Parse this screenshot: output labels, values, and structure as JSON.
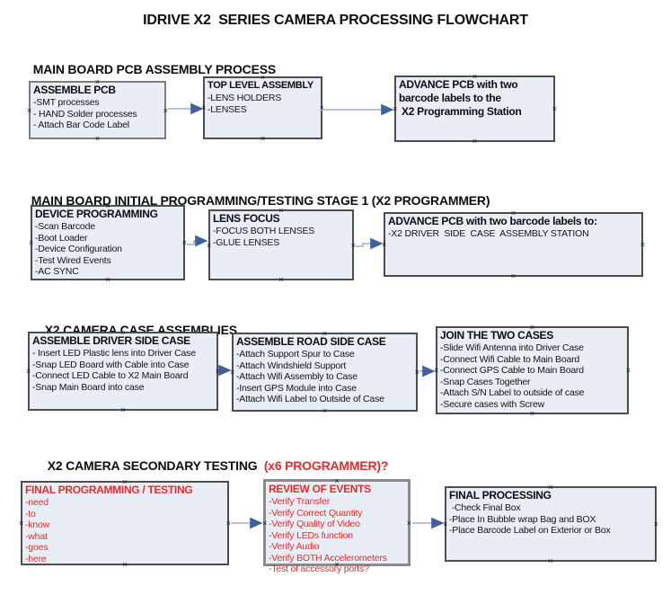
{
  "title": "IDRIVE X2  SERIES CAMERA PROCESSING FLOWCHART",
  "colors": {
    "red": "#dd2f2f",
    "box_fill": "#e9edf5",
    "box_border_dark": "#4d4d4d",
    "box_border_gray": "#7d7d7d",
    "arrow_line": "#9db0d0",
    "arrow_head": "#41609b"
  },
  "icons": {
    "connector_handle_glyph": "×"
  },
  "sections": [
    {
      "heading": "MAIN BOARD PCB ASSEMBLY PROCESS"
    },
    {
      "heading": "MAIN BOARD INITIAL PROGRAMMING/TESTING STAGE 1 (X2 PROGRAMMER)"
    },
    {
      "heading": "X2 CAMERA CASE ASSEMBLIES"
    },
    {
      "heading": "X2 CAMERA SECONDARY TESTING ",
      "heading_highlight": " (x6 PROGRAMMER)?"
    }
  ],
  "boxes": [
    {
      "title": "ASSEMBLE PCB",
      "items": [
        "-SMT processes",
        "- HAND Solder processes",
        "- Attach Bar Code Label"
      ]
    },
    {
      "title": "TOP LEVEL ASSEMBLY",
      "items": [
        "-LENS HOLDERS",
        "-LENSES"
      ]
    },
    {
      "title": "ADVANCE PCB with two barcode labels to the\n X2 Programming Station",
      "items": []
    },
    {
      "title": "DEVICE PROGRAMMING",
      "items": [
        "-Scan Barcode",
        "-Boot Loader",
        "-Device Configuration",
        "-Test Wired Events",
        "-AC SYNC"
      ]
    },
    {
      "title": "LENS FOCUS",
      "items": [
        "-FOCUS BOTH LENSES",
        "-GLUE LENSES"
      ]
    },
    {
      "title": "ADVANCE PCB with two barcode labels to:",
      "items": [
        "-X2 DRIVER  SIDE  CASE  ASSEMBLY STATION"
      ]
    },
    {
      "title": "ASSEMBLE DRIVER SIDE CASE",
      "items": [
        "- Insert LED Plastic lens into Driver Case",
        "-Snap LED Board with Cable into Case",
        "-Connect LED Cable to X2 Main Board",
        "-Snap Main Board into case"
      ]
    },
    {
      "title": "ASSEMBLE ROAD SIDE CASE",
      "items": [
        "-Attach Support Spur to Case",
        "-Attach Windshield Support",
        "-Attach Wifi Assembly to Case",
        "-Insert GPS Module into Case",
        "-Attach Wifi Label to Outside of Case"
      ]
    },
    {
      "title": "JOIN THE TWO CASES",
      "items": [
        "-Slide Wifi Antenna into Driver Case",
        "-Connect Wifi Cable to Main Board",
        "-Connect GPS Cable to Main Board",
        "-Snap Cases Together",
        "-Attach S/N Label to outside of case",
        "-Secure cases with Screw"
      ]
    },
    {
      "title": "FINAL PROGRAMMING / TESTING",
      "items": [
        "-need",
        "-to",
        "-know",
        "-what",
        "-goes",
        "-here"
      ]
    },
    {
      "title": "REVIEW OF EVENTS",
      "items": [
        "-Verify Transfer",
        "-Verify Correct Quantity",
        "-Verify Quality of Video",
        "-Verify LEDs function",
        "-Verify Audio",
        "-Verify BOTH Accelerometers",
        "-Test of accessory ports?"
      ]
    },
    {
      "title": "FINAL PROCESSING",
      "items": [
        " -Check Final Box",
        "-Place In Bubble wrap Bag and BOX",
        "-Place Barcode Label on Exterior or Box"
      ]
    }
  ]
}
